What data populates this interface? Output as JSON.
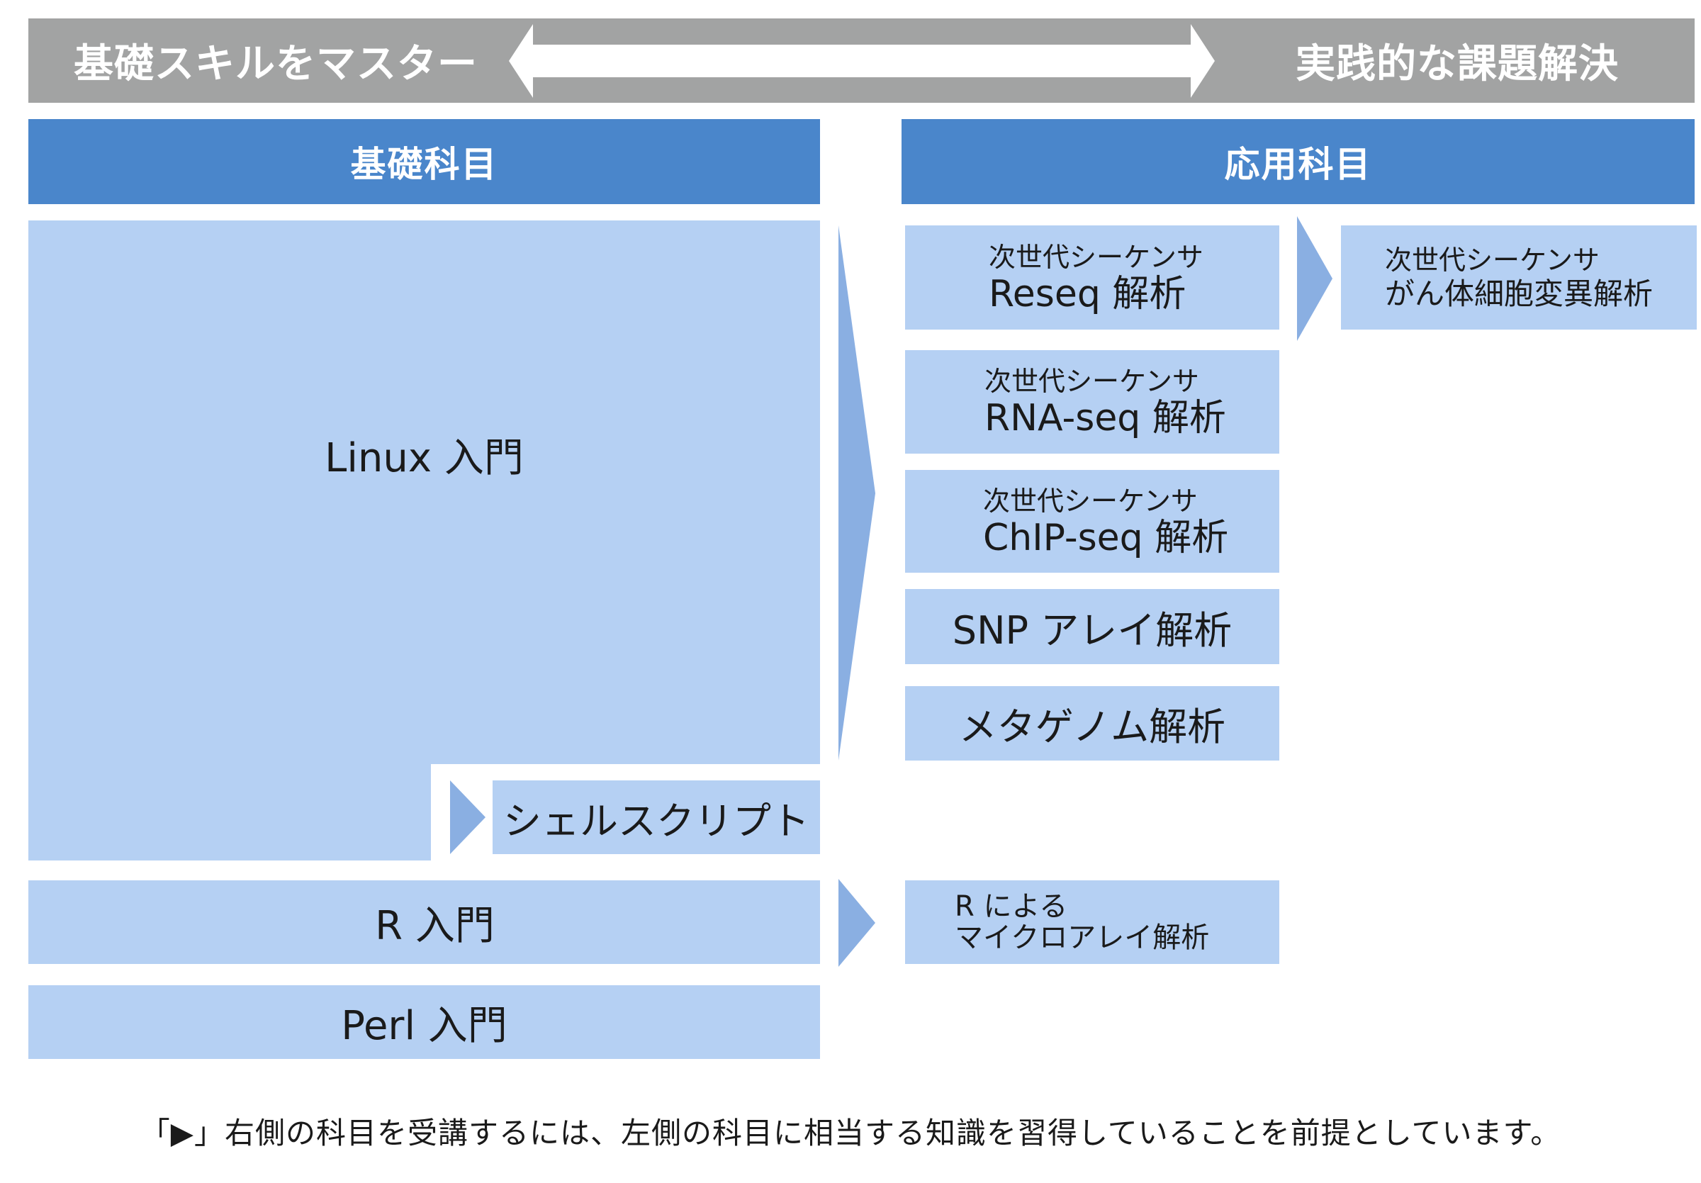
{
  "banner": {
    "left_label": "基礎スキルをマスター",
    "right_label": "実践的な課題解決",
    "arrow_icon": "double-headed-arrow-icon"
  },
  "columns": {
    "basic_header": "基礎科目",
    "applied_header": "応用科目"
  },
  "basic_courses": {
    "linux": "Linux 入門",
    "shell": "シェルスクリプト",
    "r": "R 入門",
    "perl": "Perl 入門"
  },
  "applied_courses": {
    "reseq": {
      "sub": "次世代シーケンサ",
      "main": "Reseq 解析"
    },
    "rnaseq": {
      "sub": "次世代シーケンサ",
      "main": "RNA-seq 解析"
    },
    "chipseq": {
      "sub": "次世代シーケンサ",
      "main": "ChIP-seq 解析"
    },
    "snp": "SNP アレイ解析",
    "metagenome": "メタゲノム解析",
    "r_microarray": {
      "line1": "R による",
      "line2": "マイクロアレイ解析"
    },
    "cancer": {
      "sub": "次世代シーケンサ",
      "main": "がん体細胞変異解析"
    }
  },
  "footer": {
    "note": "「▶」右側の科目を受講するには、左側の科目に相当する知識を習得していることを前提としています。"
  },
  "colors": {
    "banner_gray": "#a2a3a3",
    "header_blue": "#4a86cb",
    "box_light_blue": "#b5d0f3",
    "arrow_blue": "#8aafe2"
  }
}
